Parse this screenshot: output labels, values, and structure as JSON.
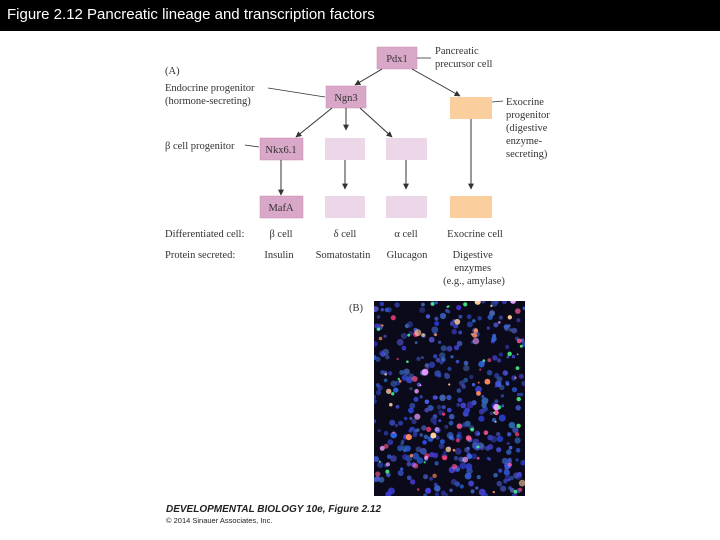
{
  "header": {
    "title": "Figure 2.12  Pancreatic lineage and transcription factors"
  },
  "panel_a": {
    "label": "(A)",
    "nodes": {
      "pdx1": "Pdx1",
      "ngn3": "Ngn3",
      "nkx61": "Nkx6.1",
      "mafa": "MafA"
    },
    "annotations": {
      "pancreatic": [
        "Pancreatic",
        "precursor cell"
      ],
      "endocrine": [
        "Endocrine progenitor",
        "(hormone-secreting)"
      ],
      "beta_progenitor": "β cell progenitor",
      "exocrine": [
        "Exocrine",
        "progenitor",
        "(digestive",
        "enzyme-",
        "secreting)"
      ]
    },
    "rows": {
      "differentiated_label": "Differentiated cell:",
      "protein_label": "Protein secreted:",
      "cells": [
        "β cell",
        "δ cell",
        "α cell",
        "Exocrine cell"
      ],
      "proteins": [
        "Insulin",
        "Somatostatin",
        "Glucagon"
      ],
      "digestive": [
        "Digestive",
        "enzymes",
        "(e.g., amylase)"
      ]
    }
  },
  "panel_b": {
    "label": "(B)"
  },
  "colors": {
    "pink_box": "#d9a7c7",
    "light_pink_box": "#ecd7e8",
    "orange_box": "#fbcf9d",
    "arrow": "#333333"
  },
  "credit": {
    "title": "DEVELOPMENTAL BIOLOGY 10e, Figure 2.12",
    "copyright": "© 2014 Sinauer Associates, Inc."
  }
}
